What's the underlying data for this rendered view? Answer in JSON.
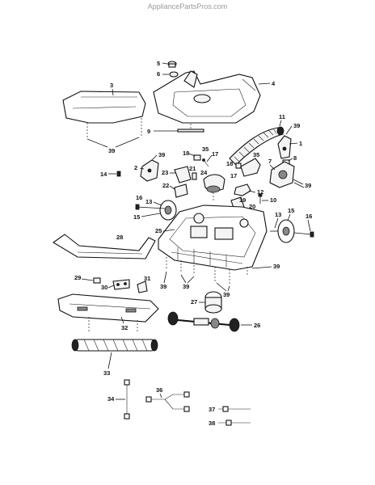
{
  "watermark": "AppliancePartsPros.com",
  "callouts": {
    "c1": "1",
    "c2": "2",
    "c3": "3",
    "c4": "4",
    "c5": "5",
    "c6": "6",
    "c7": "7",
    "c8": "8",
    "c9": "9",
    "c10": "10",
    "c11": "11",
    "c12": "12",
    "c13a": "13",
    "c13b": "13",
    "c14": "14",
    "c15a": "15",
    "c15b": "15",
    "c16a": "16",
    "c16b": "16",
    "c17a": "17",
    "c17b": "17",
    "c18a": "18",
    "c18b": "18",
    "c19": "19",
    "c20": "20",
    "c21": "21",
    "c22": "22",
    "c23": "23",
    "c24": "24",
    "c25": "25",
    "c26": "26",
    "c27": "27",
    "c28": "28",
    "c29": "29",
    "c30": "30",
    "c31": "31",
    "c32": "32",
    "c33": "33",
    "c34": "34",
    "c35a": "35",
    "c35b": "35",
    "c36": "36",
    "c37": "37",
    "c38": "38",
    "c39a": "39",
    "c39b": "39",
    "c39c": "39",
    "c39d": "39",
    "c39e": "39",
    "c39f": "39",
    "c39g": "39",
    "c39h": "39"
  }
}
